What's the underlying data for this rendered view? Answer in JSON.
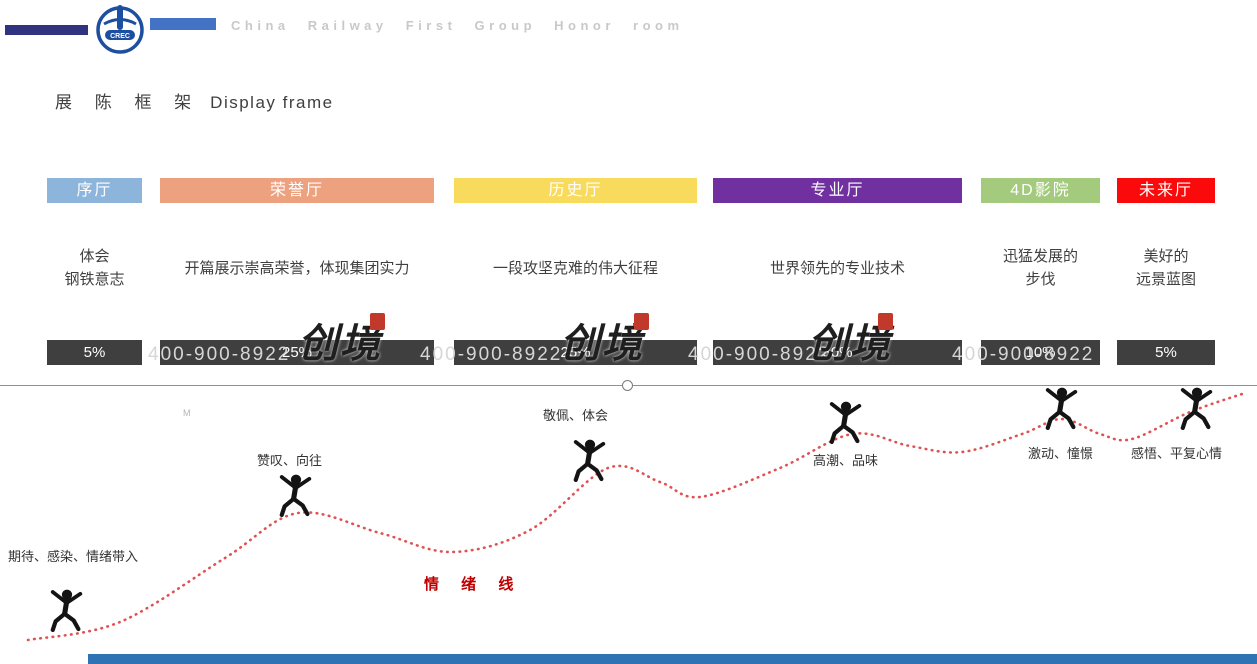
{
  "header": {
    "brand_text": "China Railway First Group Honor room",
    "logo_text": "CREC"
  },
  "title": {
    "zh": "展 陈 框 架",
    "en": "Display frame"
  },
  "halls": [
    {
      "name": "序厅",
      "color": "#8db4da",
      "desc_lines": [
        "体会",
        "钢铁意志"
      ],
      "percent": "5%"
    },
    {
      "name": "荣誉厅",
      "color": "#eda17e",
      "desc_lines": [
        "开篇展示崇高荣誉，体现集团实力"
      ],
      "percent": "25%"
    },
    {
      "name": "历史厅",
      "color": "#f8da5c",
      "desc_lines": [
        "一段攻坚克难的伟大征程"
      ],
      "percent": "25%"
    },
    {
      "name": "专业厅",
      "color": "#7030a0",
      "desc_lines": [
        "世界领先的专业技术"
      ],
      "percent": "30%"
    },
    {
      "name": "4D影院",
      "color": "#a4ca7e",
      "desc_lines": [
        "迅猛发展的",
        "步伐"
      ],
      "percent": "10%"
    },
    {
      "name": "未来厅",
      "color": "#fa0a0a",
      "desc_lines": [
        "美好的",
        "远景蓝图"
      ],
      "percent": "5%"
    }
  ],
  "watermark": {
    "phone": "400-900-8922",
    "logo_text": "创境",
    "remnant": "M"
  },
  "emotion_curve": {
    "label": "情 绪 线",
    "color": "#e05252",
    "points": [
      [
        28,
        640
      ],
      [
        120,
        622
      ],
      [
        225,
        558
      ],
      [
        298,
        513
      ],
      [
        380,
        533
      ],
      [
        452,
        552
      ],
      [
        530,
        530
      ],
      [
        608,
        468
      ],
      [
        660,
        482
      ],
      [
        700,
        497
      ],
      [
        780,
        468
      ],
      [
        852,
        434
      ],
      [
        910,
        446
      ],
      [
        962,
        452
      ],
      [
        1022,
        434
      ],
      [
        1062,
        419
      ],
      [
        1100,
        434
      ],
      [
        1132,
        439
      ],
      [
        1190,
        412
      ],
      [
        1245,
        393
      ]
    ],
    "stages": [
      {
        "label": "期待、感染、情绪带入"
      },
      {
        "label": "赞叹、向往"
      },
      {
        "label": "敬佩、体会"
      },
      {
        "label": "高潮、品味"
      },
      {
        "label": "激动、憧憬"
      },
      {
        "label": "感悟、平复心情"
      }
    ]
  }
}
